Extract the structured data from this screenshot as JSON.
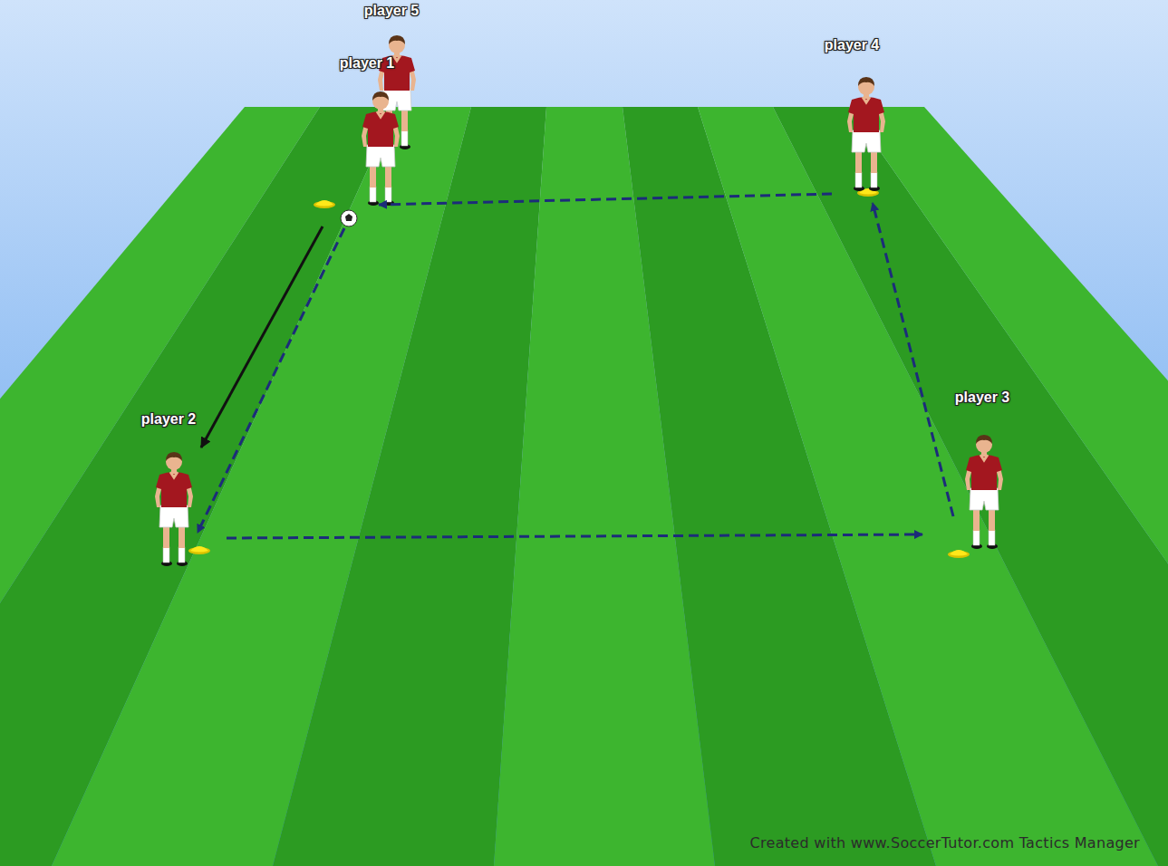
{
  "diagram": {
    "labels": [
      "player 5",
      "player 1",
      "player 4",
      "player 2",
      "player 3",
      "Created with www.SoccerTutor.com Tactics Manager"
    ]
  }
}
